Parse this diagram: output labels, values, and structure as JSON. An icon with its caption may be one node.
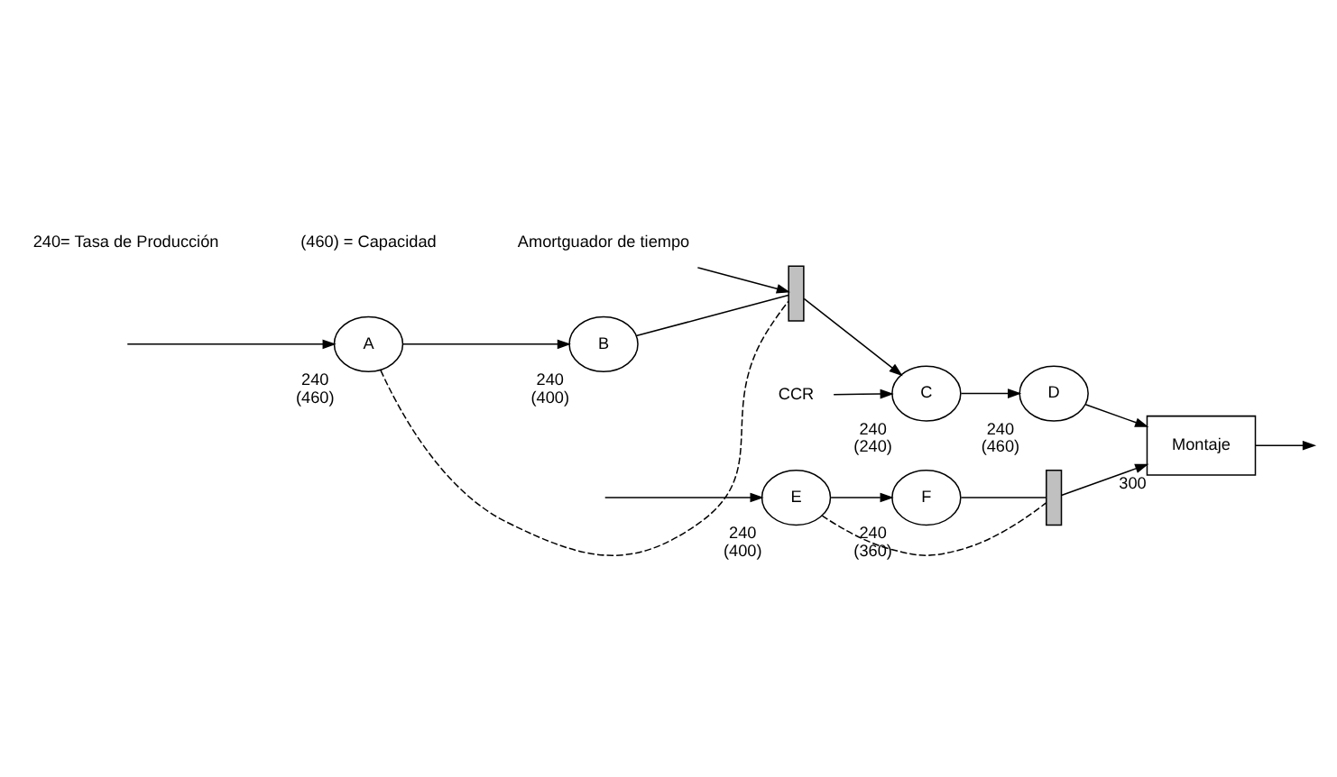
{
  "diagram": {
    "nodes": [
      {
        "text": [
          "Amortguador de tiempo"
        ]
      },
      {
        "text": [
          "CCR"
        ]
      },
      {
        "text": [
          "A"
        ],
        "beside": [
          "240",
          "(460)"
        ]
      },
      {
        "text": [
          "B"
        ],
        "beside": [
          "240",
          "(400)"
        ]
      },
      {
        "text": [],
        "shape": "bar"
      },
      {
        "text": [
          "C"
        ],
        "beside": [
          "240",
          "(240)"
        ]
      },
      {
        "text": [
          "D"
        ],
        "beside": [
          "240",
          "(460)"
        ]
      },
      {
        "text": [
          "Montaje"
        ],
        "beside": [
          "300"
        ]
      },
      {
        "text": [
          "E"
        ],
        "beside": [
          "240",
          "(400)"
        ]
      },
      {
        "text": [
          "F"
        ],
        "beside": [
          "240",
          "(360)"
        ]
      },
      {
        "text": [],
        "shape": "bar"
      }
    ],
    "edges": [
      {
        "from": null,
        "to": 2,
        "arrow": "to"
      },
      {
        "from": 2,
        "to": 3,
        "arrow": "to"
      },
      {
        "from": 3,
        "to": 4,
        "arrow": "none"
      },
      {
        "from": 4,
        "to": 5,
        "arrow": "to"
      },
      {
        "from": 0,
        "to": 4,
        "arrow": "to"
      },
      {
        "from": 1,
        "to": 5,
        "arrow": "to"
      },
      {
        "from": 5,
        "to": 6,
        "arrow": "to"
      },
      {
        "from": 6,
        "to": 7,
        "arrow": "to"
      },
      {
        "from": 7,
        "to": null,
        "arrow": "to"
      },
      {
        "from": null,
        "to": 8,
        "arrow": "to"
      },
      {
        "from": 8,
        "to": 9,
        "arrow": "to"
      },
      {
        "from": 9,
        "to": 10,
        "arrow": "none"
      },
      {
        "from": 10,
        "to": 7,
        "arrow": "to"
      },
      {
        "from": 2,
        "to": 4,
        "arrow": "none",
        "style": "dashed"
      },
      {
        "from": 8,
        "to": 10,
        "arrow": "none",
        "style": "dashed"
      }
    ],
    "labels": [
      "240= Tasa de Producción",
      "(460) = Capacidad"
    ]
  }
}
